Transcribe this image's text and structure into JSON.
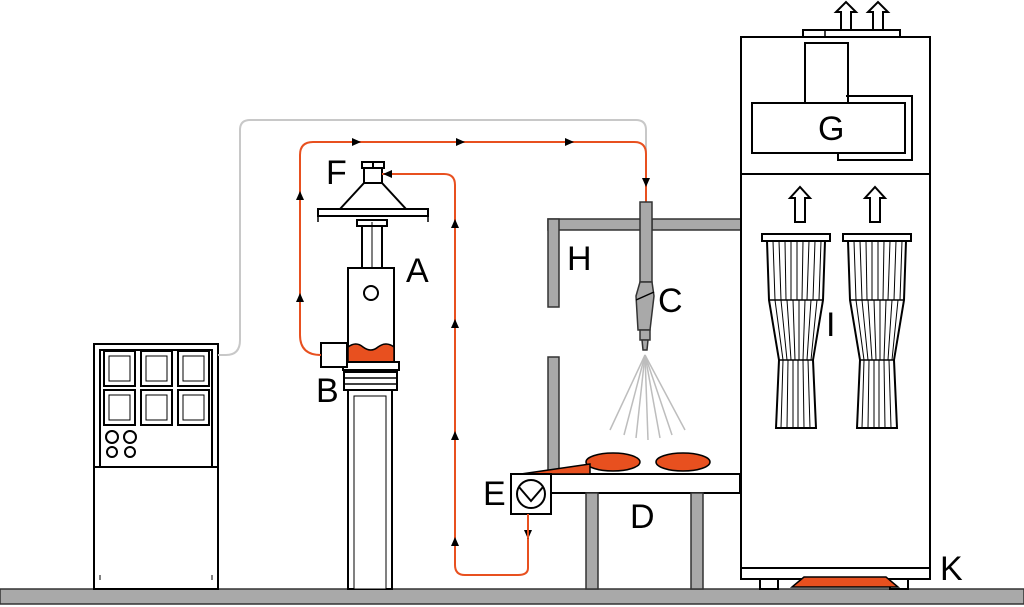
{
  "labels": {
    "A": "A",
    "B": "B",
    "C": "C",
    "D": "D",
    "E": "E",
    "F": "F",
    "G": "G",
    "H": "H",
    "I": "I",
    "K": "K"
  },
  "colors": {
    "powder": "#e8501f",
    "outline": "#000000",
    "steel": "#a9a9a9",
    "cable": "#c8c8c8",
    "background": "#ffffff"
  }
}
